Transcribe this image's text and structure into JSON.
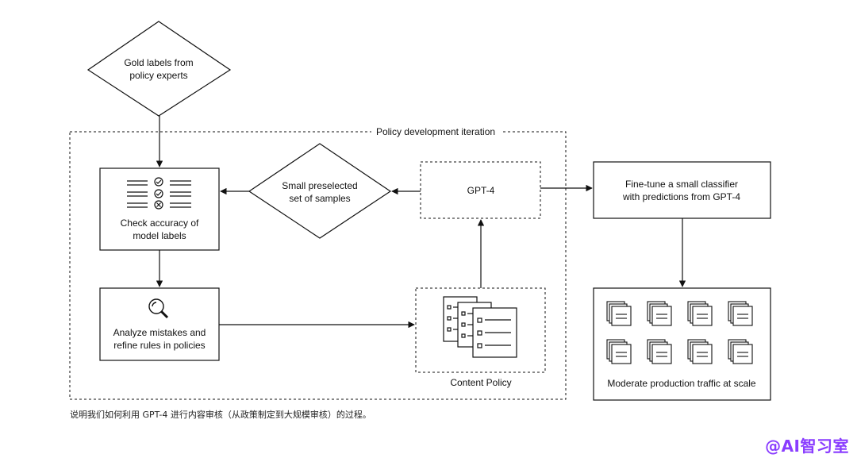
{
  "diagram": {
    "frame_title": "Policy development iteration",
    "nodes": {
      "gold_labels": [
        "Gold labels from",
        "policy experts"
      ],
      "check_accuracy": [
        "Check accuracy of",
        "model labels"
      ],
      "samples": [
        "Small preselected",
        "set of samples"
      ],
      "gpt4": "GPT-4",
      "analyze": [
        "Analyze mistakes and",
        "refine rules in policies"
      ],
      "content_policy": "Content Policy",
      "finetune": [
        "Fine-tune a small classifier",
        "with predictions from GPT-4"
      ],
      "moderate": "Moderate production traffic at scale"
    },
    "icons": {
      "checklist": "checklist-icon",
      "magnifier": "magnifier-icon",
      "document": "document-stack-icon",
      "traffic": "document-grid-icon"
    }
  },
  "caption": "说明我们如何利用 GPT-4 进行内容审核（从政策制定到大规模审核）的过程。",
  "watermark": "@AI智习室",
  "colors": {
    "stroke": "#111111",
    "watermark": "#8a3dff"
  }
}
